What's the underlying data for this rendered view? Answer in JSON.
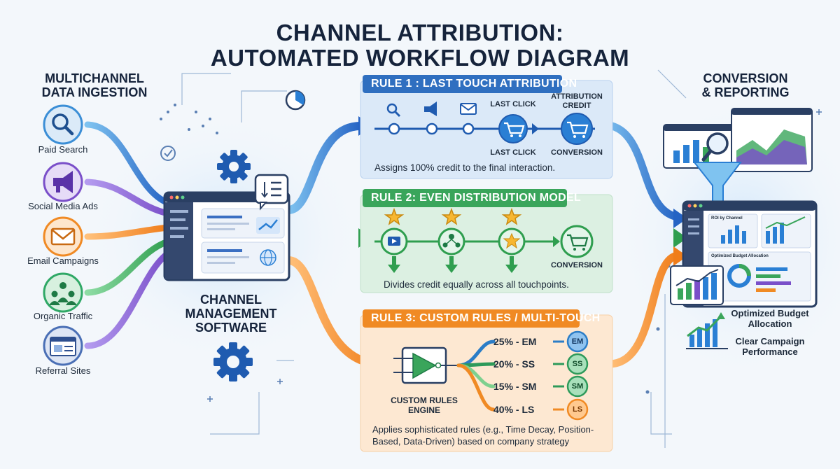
{
  "title": {
    "line1": "CHANNEL ATTRIBUTION:",
    "line2": "AUTOMATED WORKFLOW DIAGRAM"
  },
  "ingestion": {
    "header_line1": "MULTICHANNEL",
    "header_line2": "DATA INGESTION",
    "sources": [
      {
        "label": "Paid Search",
        "icon": "magnifier-icon",
        "color": "#3b8ed6"
      },
      {
        "label": "Social Media Ads",
        "icon": "megaphone-icon",
        "color": "#7a4fc9"
      },
      {
        "label": "Email Campaigns",
        "icon": "envelope-icon",
        "color": "#f08a24"
      },
      {
        "label": "Organic Traffic",
        "icon": "people-icon",
        "color": "#2fa866"
      },
      {
        "label": "Referral Sites",
        "icon": "browser-icon",
        "color": "#4a6fb5"
      }
    ]
  },
  "software": {
    "line1": "CHANNEL",
    "line2": "MANAGEMENT",
    "line3": "SOFTWARE"
  },
  "rule1": {
    "title": "RULE 1 : LAST TOUCH ATTRIBUTION",
    "last_click_top": "LAST CLICK",
    "last_click_bottom": "LAST CLICK",
    "credit_line1": "ATTRIBUTION",
    "credit_line2": "CREDIT",
    "conversion": "CONVERSION",
    "description": "Assigns 100% credit to the final interaction.",
    "color": "#2f6fc0"
  },
  "rule2": {
    "title": "RULE 2: EVEN DISTRIBUTION MODEL",
    "conversion": "CONVERSION",
    "description": "Divides credit equally across all touchpoints.",
    "color": "#3aa55b"
  },
  "rule3": {
    "title": "RULE 3: CUSTOM RULES / MULTI-TOUCH",
    "engine_line1": "CUSTOM RULES",
    "engine_line2": "ENGINE",
    "allocations": [
      {
        "label": "25% - EM",
        "badge": "EM",
        "color": "#2b7dc7"
      },
      {
        "label": "20% - SS",
        "badge": "SS",
        "color": "#2e9a5a"
      },
      {
        "label": "15% - SM",
        "badge": "SM",
        "color": "#2e9a5a"
      },
      {
        "label": "40% - LS",
        "badge": "LS",
        "color": "#f08a24"
      }
    ],
    "description_line1": "Applies sophisticated rules (e.g., Time Decay, Position-",
    "description_line2": "Based, Data-Driven) based on company strategy",
    "color": "#f08a24"
  },
  "reporting": {
    "header_line1": "CONVERSION",
    "header_line2": "& REPORTING",
    "dash_roi": "ROI by Channel",
    "dash_budget": "Optimized Budget Allocation",
    "outcome1_line1": "Optimized Budget",
    "outcome1_line2": "Allocation",
    "outcome2_line1": "Clear Campaign",
    "outcome2_line2": "Performance"
  }
}
